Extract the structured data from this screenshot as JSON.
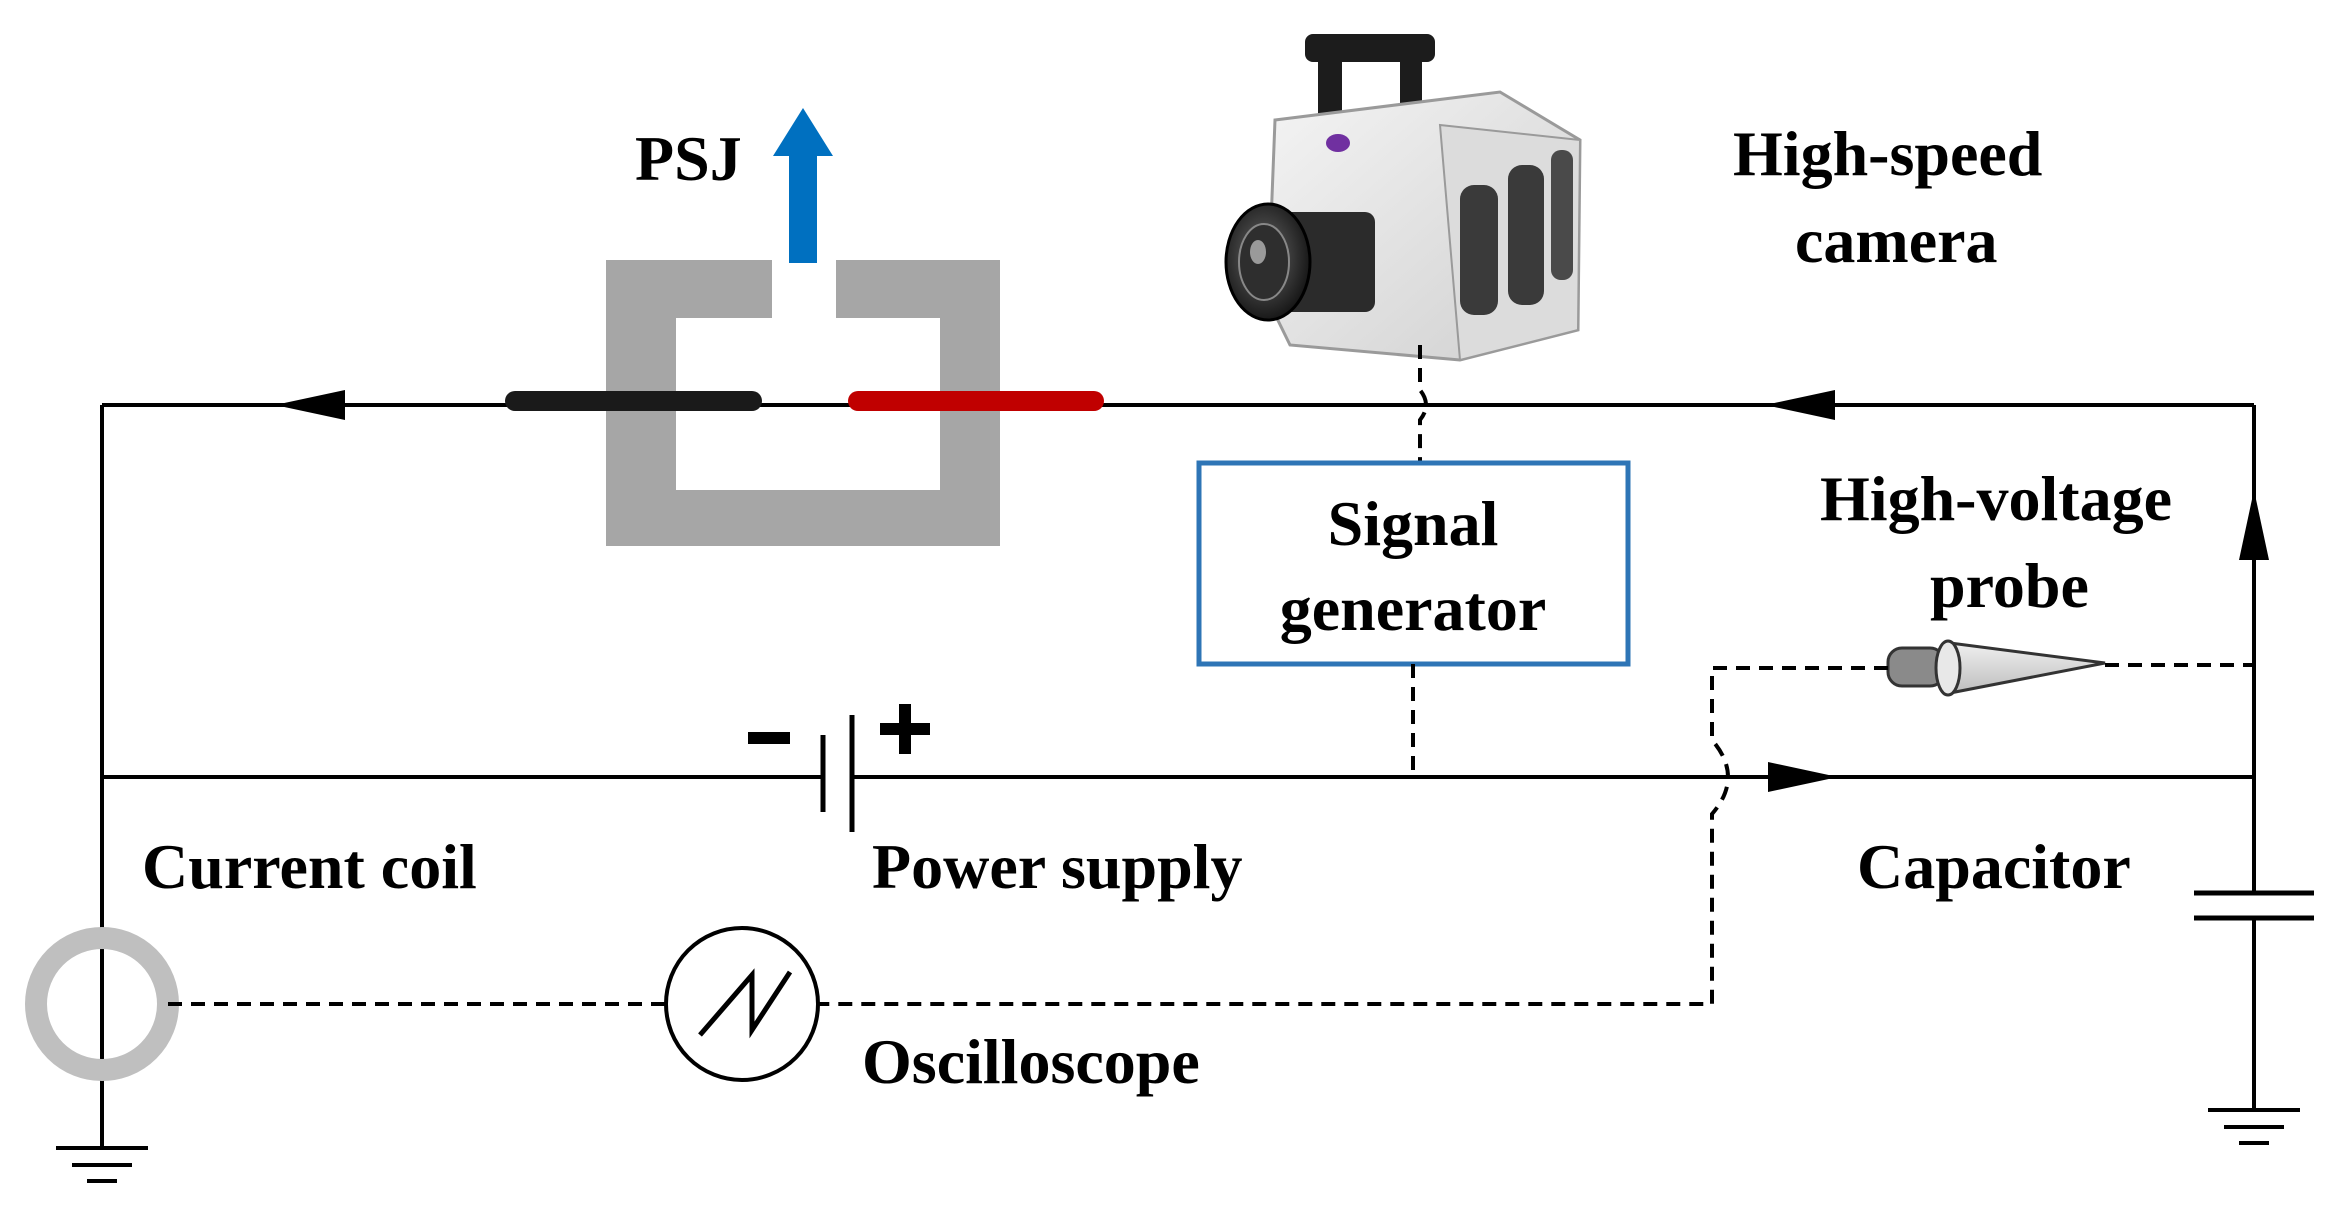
{
  "labels": {
    "psj": "PSJ",
    "camera_line1": "High-speed",
    "camera_line2": "camera",
    "signal_line1": "Signal",
    "signal_line2": "generator",
    "probe_line1": "High-voltage",
    "probe_line2": "probe",
    "minus": "-",
    "plus": "+",
    "current_coil": "Current coil",
    "power_supply": "Power supply",
    "capacitor": "Capacitor",
    "oscilloscope": "Oscilloscope"
  },
  "colors": {
    "wire": "#000000",
    "actuator_body": "#a6a6a6",
    "cathode": "#1a1a1a",
    "anode": "#c00000",
    "jet_arrow": "#0070c0",
    "signal_box_border": "#2e75b6",
    "coil_ring": "#bfbfbf"
  },
  "icons": {
    "camera": "high-speed-camera-icon",
    "probe": "voltage-probe-icon",
    "oscilloscope": "oscilloscope-icon",
    "ground": "ground-icon",
    "capacitor": "capacitor-icon",
    "battery": "battery-icon"
  }
}
